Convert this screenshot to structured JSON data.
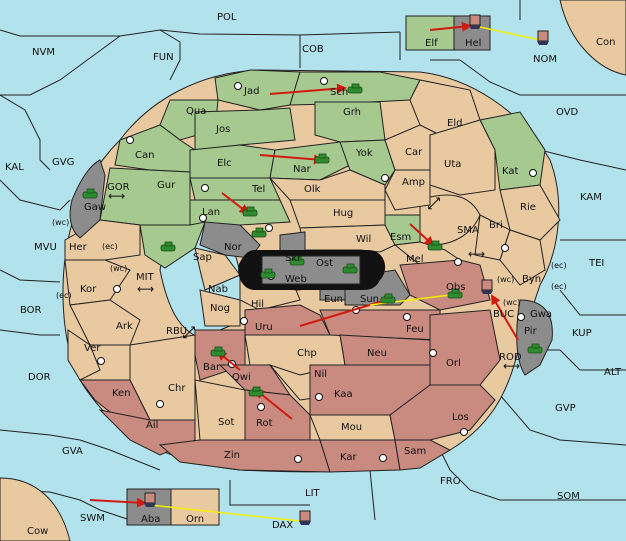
{
  "colors": {
    "sea": "#b2e2ec",
    "green_power": "#a5c98f",
    "tan_power": "#e8c9a0",
    "brown_power": "#c98a80",
    "neutral_grey": "#8c8c8c",
    "order_arrow": "#d11b0e",
    "support_line": "#f4f000"
  },
  "sea_labels": [
    "POL",
    "NVM",
    "FUN",
    "COB",
    "Con",
    "NOM",
    "OVD",
    "KAL",
    "GVG",
    "GOR",
    "KAM",
    "MVU",
    "MIT",
    "SMA",
    "BOR",
    "RBU",
    "TEI",
    "KUP",
    "DOR",
    "ALT",
    "ROD",
    "GVP",
    "GVA",
    "FRO",
    "SOM",
    "LIT",
    "SWM",
    "DAX",
    "Cow",
    "BUC"
  ],
  "land_labels": [
    "Elf",
    "Hel",
    "Jad",
    "Sch",
    "Qua",
    "Grh",
    "Eld",
    "Jos",
    "Can",
    "Car",
    "Uta",
    "Kat",
    "Elc",
    "Yok",
    "Nar",
    "Amp",
    "Tel",
    "Olk",
    "Gaw",
    "Gur",
    "Lan",
    "Hug",
    "Rie",
    "Bri",
    "Esm",
    "Wil",
    "Nor",
    "Sap",
    "Skr",
    "Ost",
    "Web",
    "Byn",
    "Her",
    "Mel",
    "Obs",
    "Kor",
    "Nab",
    "Hil",
    "Eun",
    "Sun",
    "Gwa",
    "Nog",
    "Ark",
    "Uru",
    "Feu",
    "Pir",
    "Ver",
    "Chp",
    "Neu",
    "Bar",
    "Qwi",
    "Orl",
    "Nil",
    "Ken",
    "Chr",
    "Kaa",
    "Los",
    "Ail",
    "Sot",
    "Rot",
    "Mou",
    "Zin",
    "Kar",
    "Sam",
    "Aba",
    "Orn"
  ],
  "coast_labels": [
    "(wc)",
    "(ec)",
    "(wc)",
    "(ec)",
    "(wc)",
    "(wc)",
    "(ec)",
    "(ec)"
  ],
  "convoy_arrows": [
    "⟷",
    "⟷",
    "⟷",
    "⟷",
    "⟷",
    "⟷"
  ]
}
